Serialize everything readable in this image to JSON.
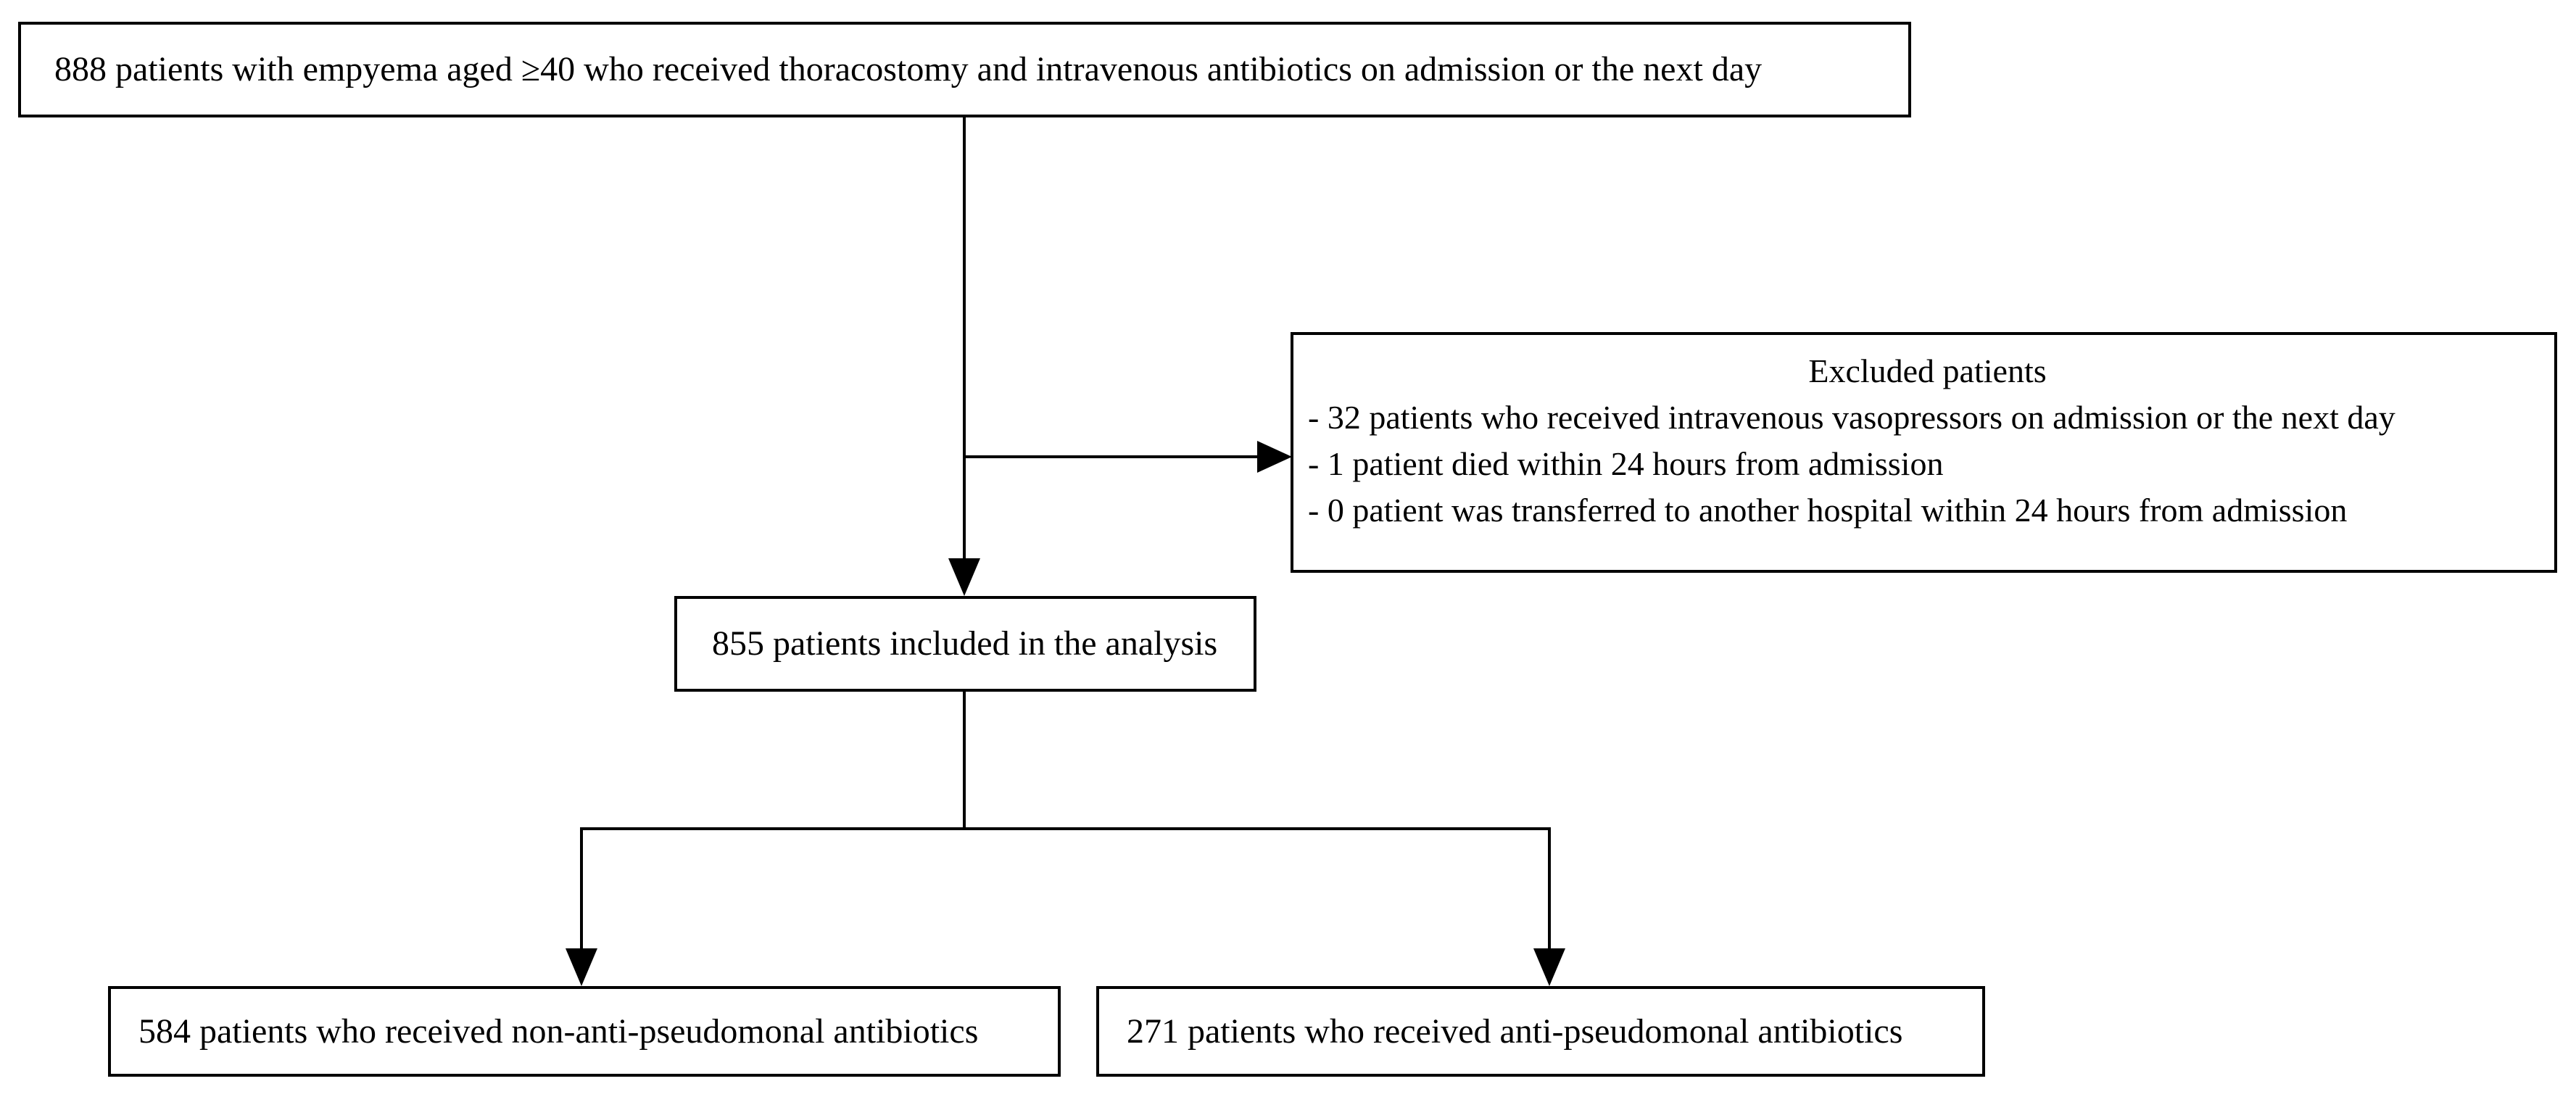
{
  "diagram": {
    "boxes": {
      "enrollment": {
        "text": "888 patients with empyema aged ≥40 who received thoracostomy and intravenous antibiotics on admission or the next day"
      },
      "excluded": {
        "title": "Excluded patients",
        "items": [
          "- 32 patients who received intravenous vasopressors on admission or the next day",
          "- 1 patient died within 24 hours from admission",
          "- 0 patient was transferred to another hospital within 24 hours from admission"
        ]
      },
      "included": {
        "text": "855 patients included in the analysis"
      },
      "non_anti_pseudomonal": {
        "text": "584 patients who received non-anti-pseudomonal antibiotics"
      },
      "anti_pseudomonal": {
        "text": "271 patients who received anti-pseudomonal antibiotics"
      }
    },
    "colors": {
      "line": "#000000",
      "background": "#ffffff",
      "box_fill": "#ffffff",
      "text": "#000000"
    }
  }
}
